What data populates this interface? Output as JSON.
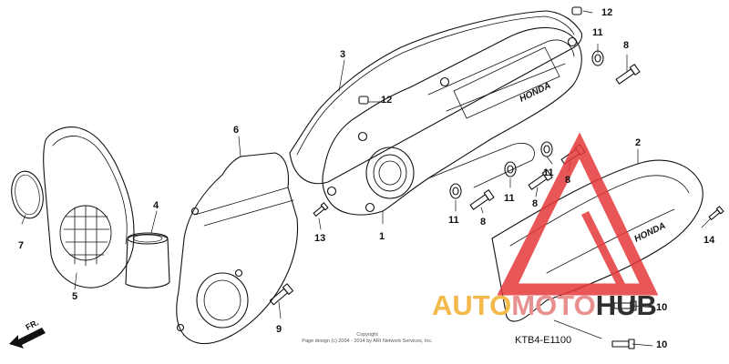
{
  "diagram": {
    "code": "KTB4-E1100",
    "copyright_line1": "Copyright",
    "copyright_line2": "Page design (c) 2004 - 2014 by ARI Network Services, Inc.",
    "case_logo": "HONDA",
    "cover_logo": "HONDA",
    "direction_label": "FR.",
    "callouts": {
      "c1": "1",
      "c2": "2",
      "c3": "3",
      "c4": "4",
      "c5": "5",
      "c6": "6",
      "c7": "7",
      "c8a": "8",
      "c8b": "8",
      "c8c": "8",
      "c9": "9",
      "c10a": "10",
      "c10b": "10",
      "c11a": "11",
      "c11b": "11",
      "c11c": "11",
      "c11d": "11",
      "c12a": "12",
      "c12b": "12",
      "c13": "13",
      "c14": "14"
    }
  },
  "watermark": {
    "part1": "AUTO",
    "part2": "MOTO",
    "part3": "HUB",
    "colors": {
      "auto": "#f3b94a",
      "moto": "#e8908f",
      "hub": "#2f2f2f",
      "triangle": "#e5393a"
    }
  }
}
